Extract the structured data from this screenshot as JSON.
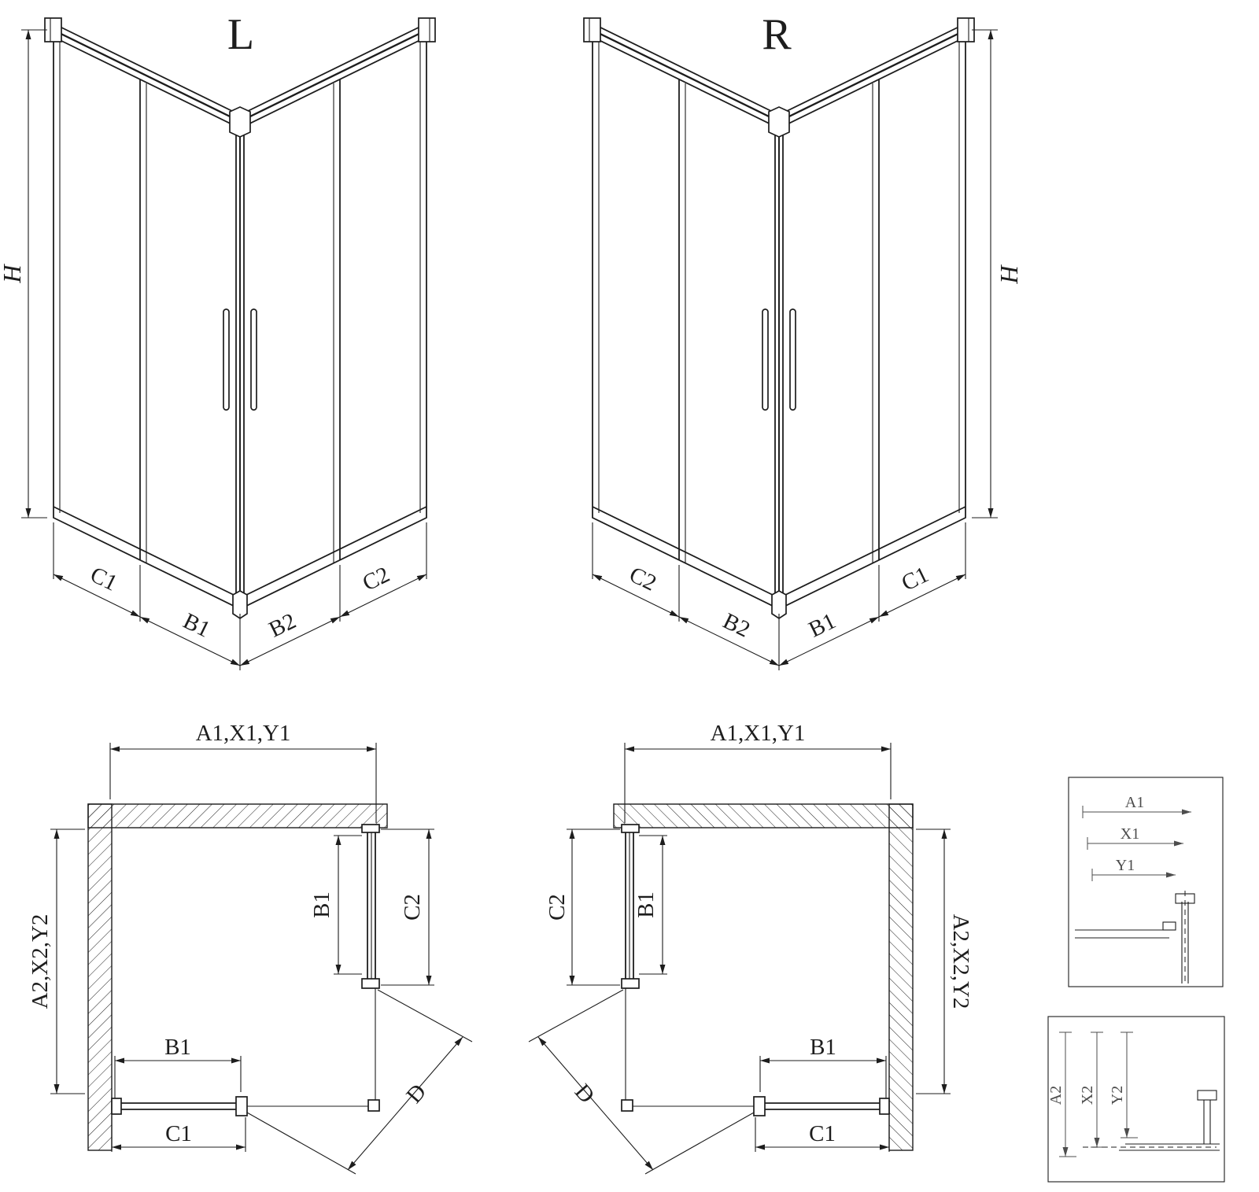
{
  "titles": {
    "left": "L",
    "right": "R"
  },
  "iso_left": {
    "height": "H",
    "c1": "C1",
    "b1": "B1",
    "b2": "B2",
    "c2": "C2"
  },
  "iso_right": {
    "height": "H",
    "c2": "C2",
    "b2": "B2",
    "b1": "B1",
    "c1": "C1"
  },
  "plan_left": {
    "top": "A1,X1,Y1",
    "side": "A2,X2,Y2",
    "door_side": "B1",
    "panel_side": "C2",
    "door_bottom": "B1",
    "panel_bottom": "C1",
    "diagonal": "D"
  },
  "plan_right": {
    "top": "A1,X1,Y1",
    "side": "A2,X2,Y2",
    "door_side": "B1",
    "panel_side": "C2",
    "door_bottom": "B1",
    "panel_bottom": "C1",
    "diagonal": "D"
  },
  "detail_top": {
    "a1": "A1",
    "x1": "X1",
    "y1": "Y1"
  },
  "detail_bottom": {
    "a2": "A2",
    "x2": "X2",
    "y2": "Y2"
  },
  "colors": {
    "line": "#1d1d1d",
    "detail_text": "#4d4d4d",
    "background": "#ffffff"
  }
}
